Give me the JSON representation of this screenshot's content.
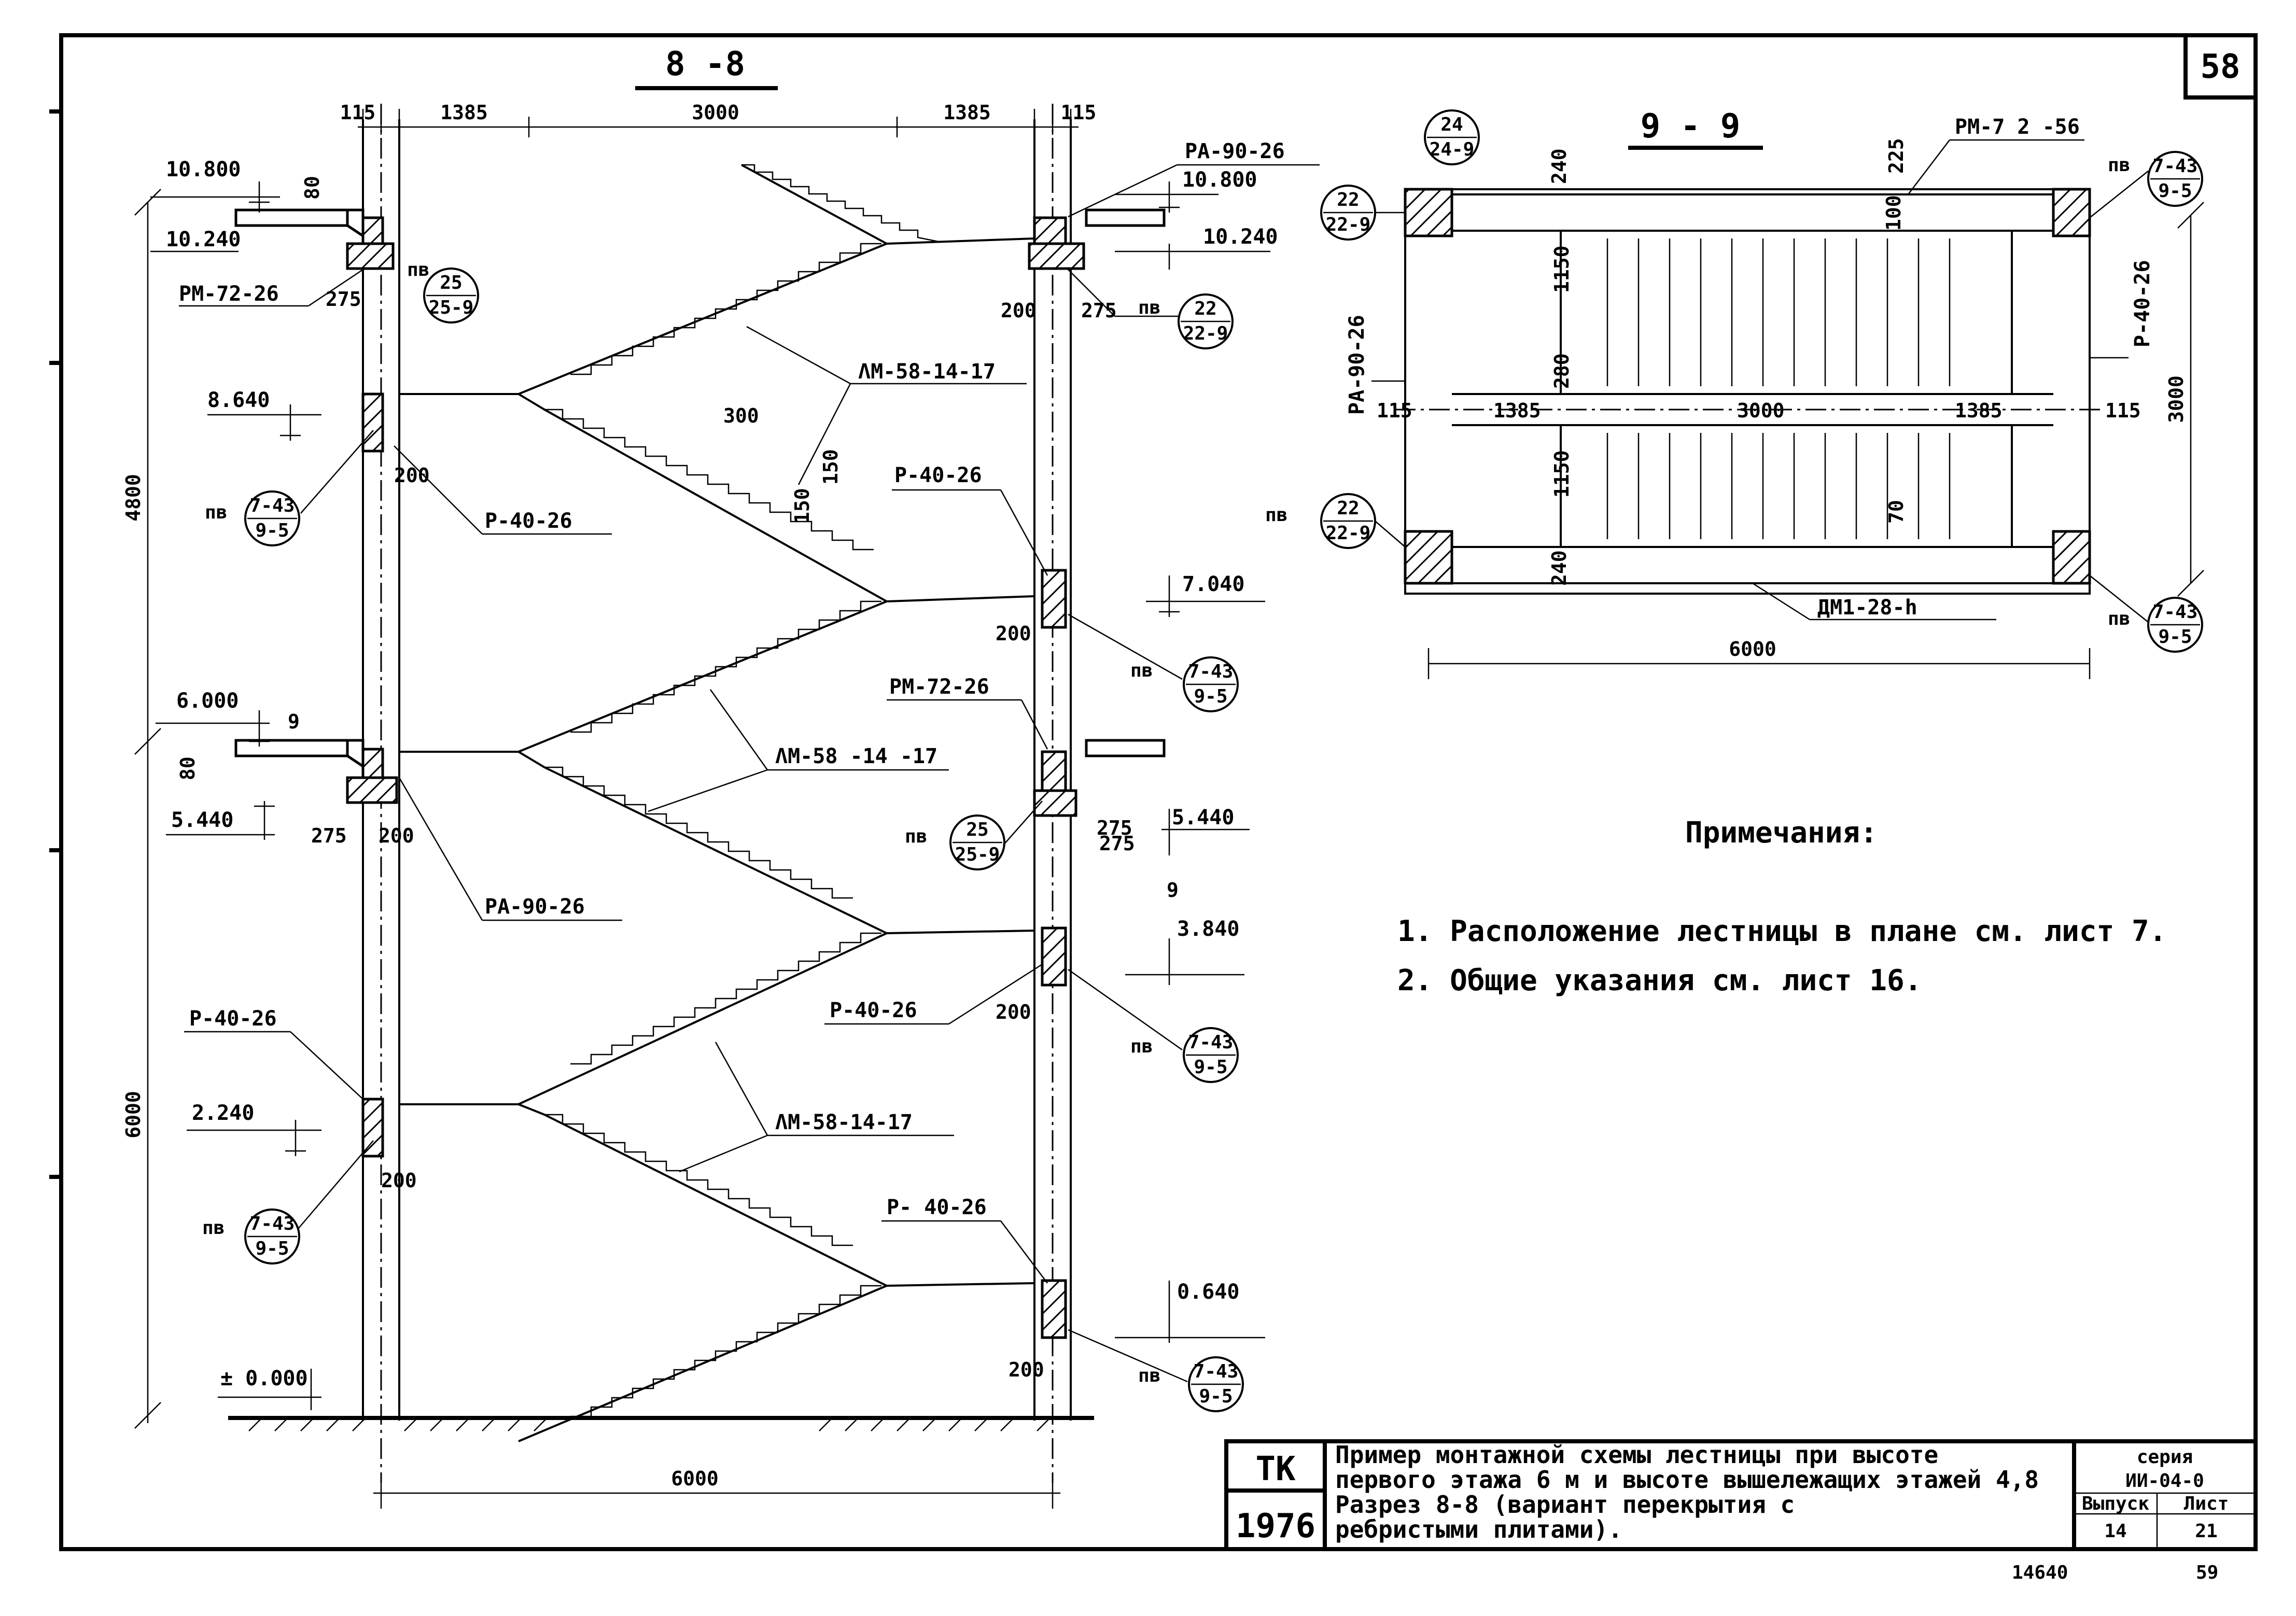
{
  "sheet_number_top": "58",
  "section_8": {
    "title": "8 -8",
    "dims_top": [
      "115",
      "1385",
      "3000",
      "1385",
      "115"
    ],
    "dim_bottom": "6000",
    "dim_upper_height": "4800",
    "dim_lower_height": "6000",
    "elevations_left": [
      "10.800",
      "10.240",
      "8.640",
      "6.000",
      "5.440",
      "2.240",
      "± 0.000"
    ],
    "elevations_right": [
      "10.800",
      "10.240",
      "7.040",
      "5.440",
      "3.840",
      "0.640"
    ],
    "small_dims": [
      "80",
      "275",
      "200",
      "300",
      "150",
      "150",
      "200",
      "275",
      "9",
      "80",
      "275",
      "200",
      "200",
      "275",
      "200",
      "200",
      "200",
      "275",
      "9"
    ],
    "element_labels": [
      "PA-90-26",
      "PM-72-26",
      "ΛM-58-14-17",
      "P-40-26",
      "P-40-26",
      "PM-72-26",
      "ΛM-58 -14 -17",
      "PA-90-26",
      "P-40-26",
      "P-40-26",
      "ΛM-58-14-17",
      "P- 40-26"
    ],
    "node_prefix": "пв",
    "nodes": [
      {
        "top": "25",
        "bottom": "25-9"
      },
      {
        "top": "22",
        "bottom": "22-9"
      },
      {
        "top": "7-43",
        "bottom": "9-5"
      },
      {
        "top": "7-43",
        "bottom": "9-5"
      },
      {
        "top": "25",
        "bottom": "25-9"
      },
      {
        "top": "7-43",
        "bottom": "9-5"
      },
      {
        "top": "7-43",
        "bottom": "9-5"
      },
      {
        "top": "7-43",
        "bottom": "9-5"
      }
    ]
  },
  "section_9": {
    "title": "9 - 9",
    "label_top": "PM-7 2 -56",
    "label_left": "PA-90-26",
    "label_right": "P-40-26",
    "label_bottom": "ДM1-28-h",
    "dims_row": [
      "115",
      "1385",
      "3000",
      "1385",
      "115"
    ],
    "dim_bottom": "6000",
    "dim_right": "3000",
    "dims_vert": [
      "240",
      "1150",
      "280",
      "1150",
      "240"
    ],
    "small_dims": [
      "225",
      "100",
      "70"
    ],
    "nodes": [
      {
        "top": "24",
        "bottom": "24-9"
      },
      {
        "top": "22",
        "bottom": "22-9"
      },
      {
        "top": "7-43",
        "bottom": "9-5"
      },
      {
        "top": "22",
        "bottom": "22-9"
      },
      {
        "top": "7-43",
        "bottom": "9-5"
      }
    ]
  },
  "notes": {
    "title": "Примечания:",
    "items": [
      "1. Расположение лестницы в плане см. лист 7.",
      "2. Общие указания см. лист 16."
    ]
  },
  "title_block": {
    "org": "TK",
    "year": "1976",
    "text_lines": [
      "Пример монтажной схемы лестницы при высоте",
      "первого этажа 6 м и высоте вышележащих этажей 4,8",
      "Разрез 8-8   (вариант перекрытия с",
      "ребристыми плитами)."
    ],
    "series_label": "серия",
    "series_value": "ИИ-04-0",
    "issue_label": "Выпуск",
    "issue_value": "14",
    "sheet_label": "Лист",
    "sheet_value": "21"
  },
  "footer_left": "14640",
  "footer_right": "59"
}
